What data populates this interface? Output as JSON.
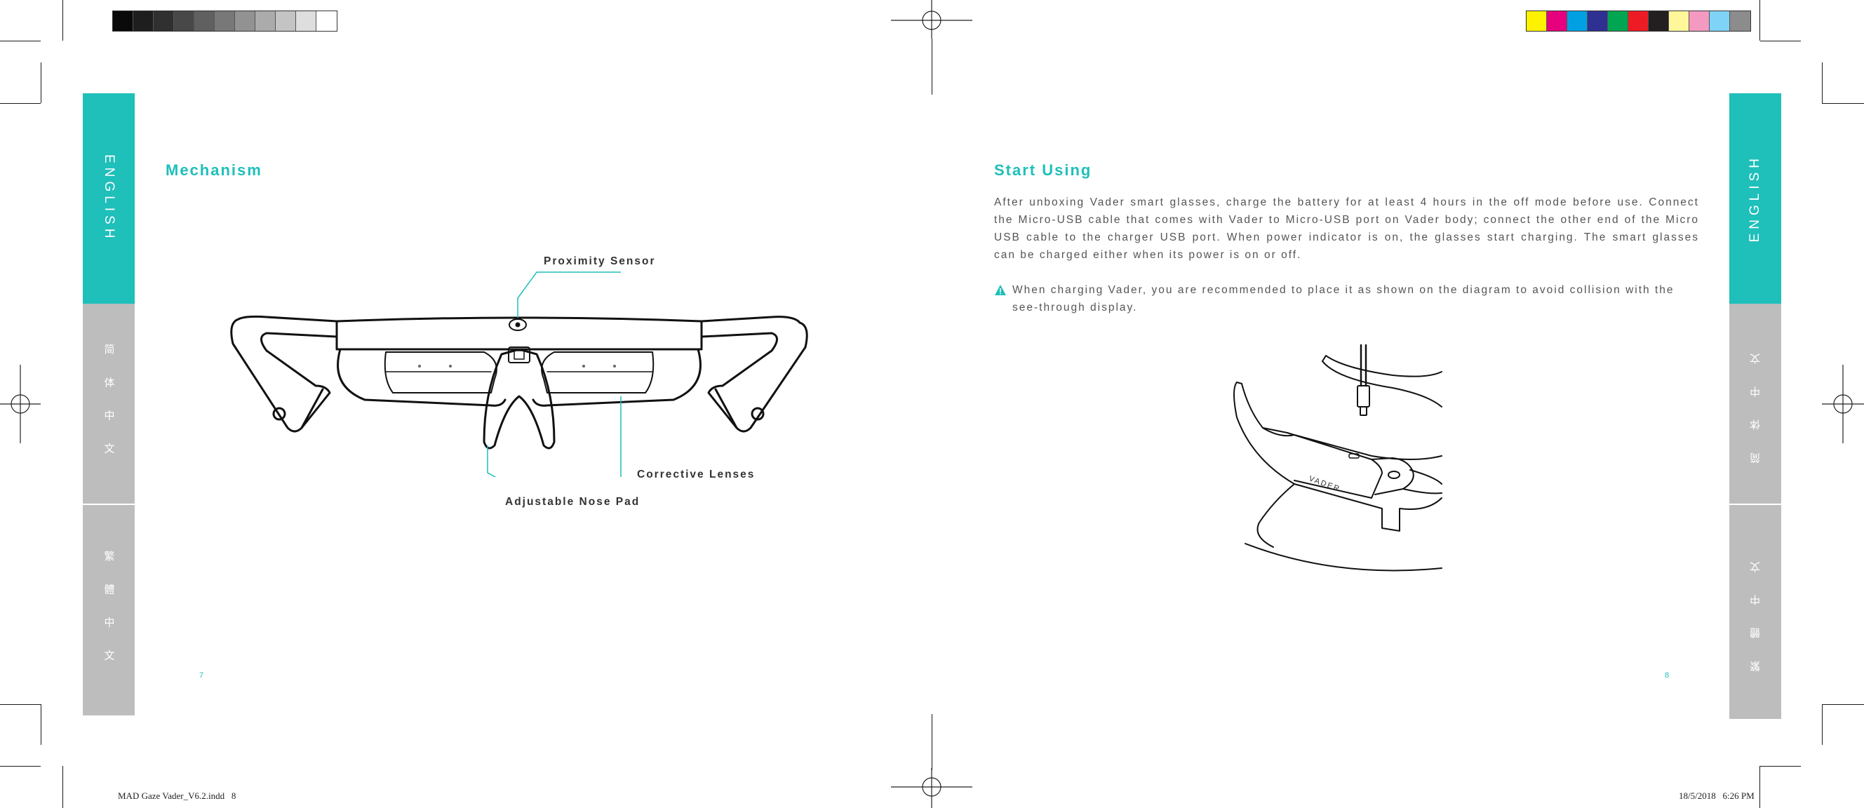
{
  "colors": {
    "accent": "#1fbfba",
    "tab_inactive": "#bdbdbd",
    "grey_swatches": [
      "#0a0a0a",
      "#1e1e1e",
      "#303030",
      "#484848",
      "#606060",
      "#787878",
      "#929292",
      "#ababab",
      "#c4c4c4",
      "#dedede",
      "#ffffff"
    ],
    "color_swatches": [
      "#fff200",
      "#e6007e",
      "#00a0e3",
      "#2e3192",
      "#00a651",
      "#ed1c24",
      "#231f20",
      "#fff799",
      "#f49ac1",
      "#7fd3f7",
      "#8c8c8c"
    ]
  },
  "left_page": {
    "tabs": [
      "ENGLISH",
      "简 体 中 文",
      "繁 體 中 文"
    ],
    "heading": "Mechanism",
    "callouts": {
      "proximity": "Proximity Sensor",
      "lenses": "Corrective Lenses",
      "nose": "Adjustable Nose Pad"
    },
    "page_number": "7"
  },
  "right_page": {
    "tabs": [
      "ENGLISH",
      "简 体 中 文",
      "繁 體 中 文"
    ],
    "heading": "Start Using",
    "paragraph": "After unboxing Vader smart glasses, charge the battery for at least 4 hours in the off mode before use. Connect the Micro-USB cable that comes with Vader to Micro-USB port on Vader body; connect the other end of the Micro USB cable to the charger USB port. When power indicator is on, the glasses start charging. The smart glasses can be charged either when its power is on or off.",
    "warning": "When charging Vader, you are recommended to place it as shown on the diagram to avoid collision with the see-through display.",
    "brand_on_device": "VADER",
    "page_number": "8"
  },
  "slug": {
    "file": "MAD Gaze Vader_V6.2.indd   8",
    "timestamp": "18/5/2018   6:26 PM"
  }
}
